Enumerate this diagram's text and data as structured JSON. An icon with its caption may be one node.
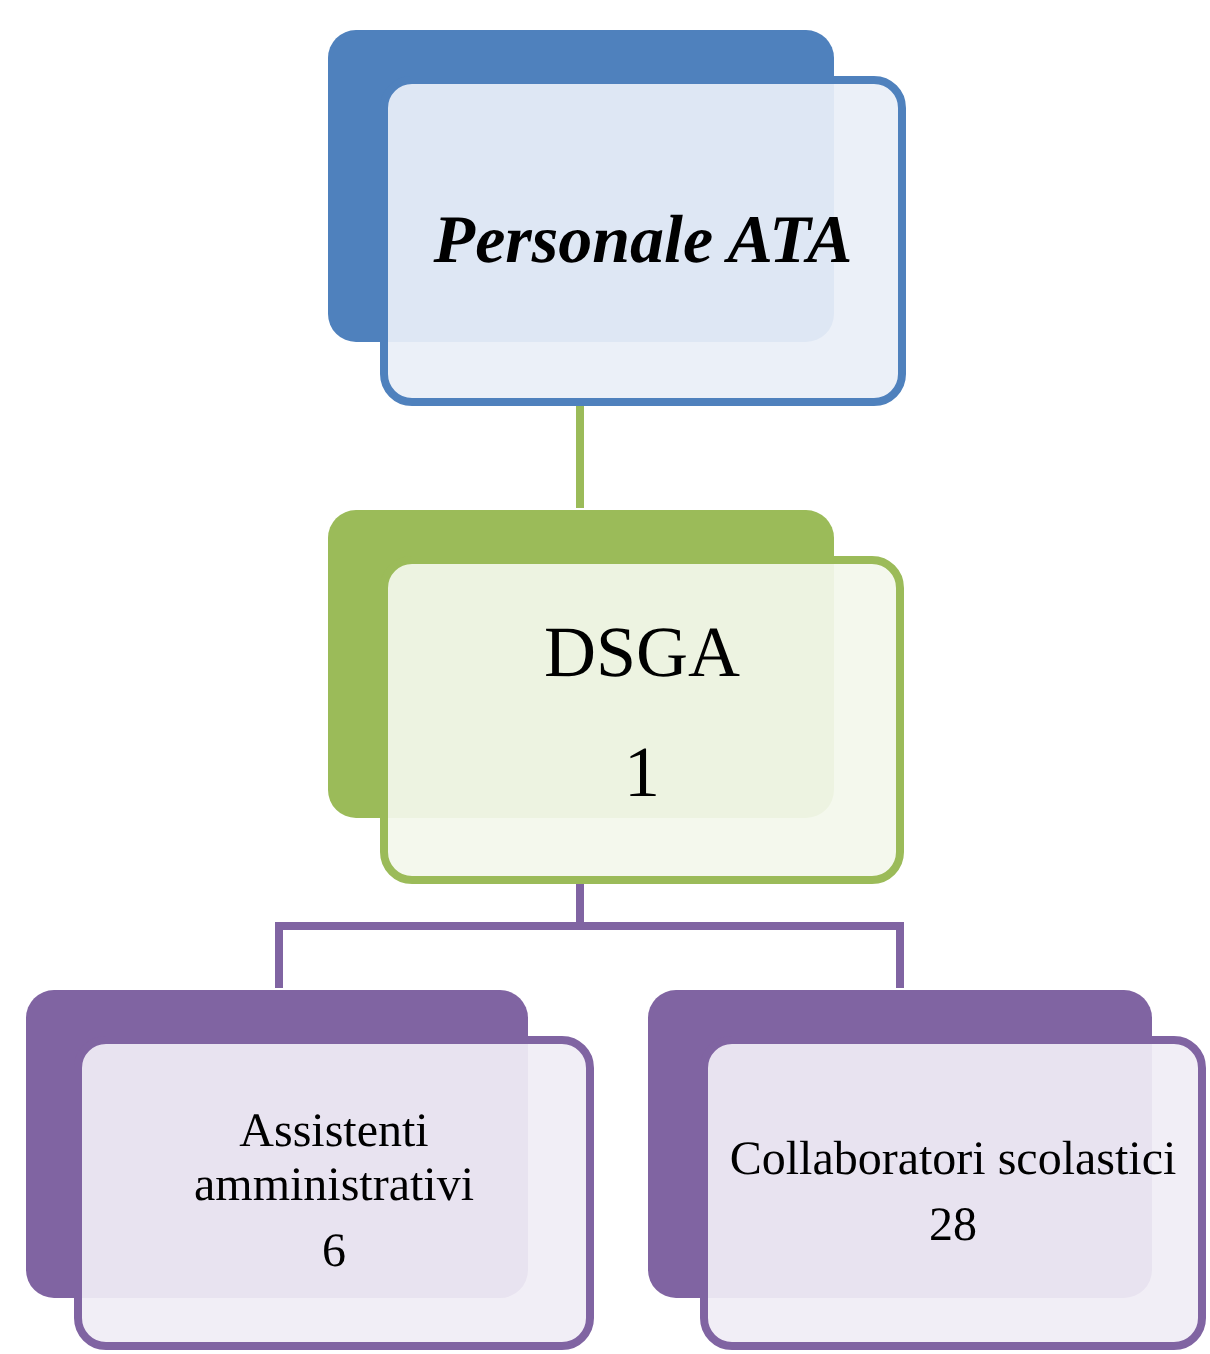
{
  "diagram": {
    "nodes": [
      {
        "text": [
          "Personale ATA"
        ]
      },
      {
        "text": [
          "DSGA",
          "1"
        ]
      },
      {
        "text": [
          "Assistenti amministrativi",
          "6"
        ]
      },
      {
        "text": [
          "Collaboratori scolastici",
          "28"
        ]
      }
    ],
    "edges": [
      {
        "from": 0,
        "to": 1,
        "arrow": "none",
        "color": "#9bbb59"
      },
      {
        "from": 1,
        "to": 2,
        "arrow": "none"
      },
      {
        "from": 1,
        "to": 3,
        "arrow": "none"
      }
    ]
  }
}
